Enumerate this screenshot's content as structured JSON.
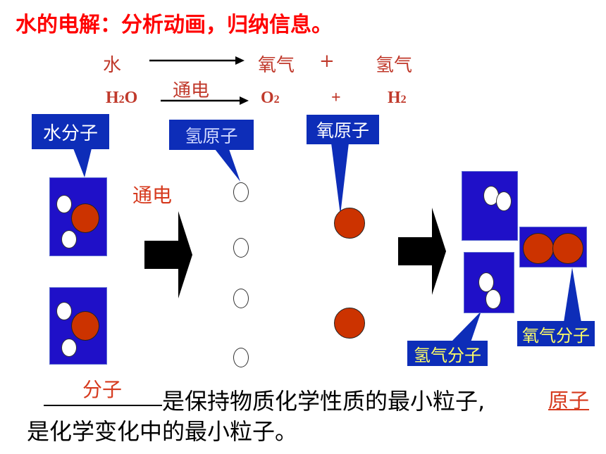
{
  "title": "水的电解：分析动画，归纳信息。",
  "equation": {
    "word_reactant": "水",
    "word_product1": "氧气",
    "plus": "+",
    "word_product2": "氢气",
    "condition": "通电",
    "formula_reactant_base": "H",
    "formula_reactant_sub": "2",
    "formula_reactant_tail": "O",
    "formula_product1_base": "O",
    "formula_product1_sub": "2",
    "formula_product2_base": "H",
    "formula_product2_sub": "2"
  },
  "callouts": {
    "water_molecule": "水分子",
    "hydrogen_atom": "氢原子",
    "oxygen_atom": "氧原子",
    "hydrogen_molecule": "氢气分子",
    "oxygen_molecule": "氧气分子"
  },
  "process_label": "通电",
  "conclusion": {
    "blank1_answer": "分子",
    "text1": "是保持物质化学性质的最小粒子,",
    "blank2_answer": "原子",
    "text2": "是化学变化中的最小粒子。"
  },
  "colors": {
    "title": "#ff0000",
    "callout_bg": "#0d2db8",
    "box_bg": "#1f10c8",
    "oxygen_atom": "#cc3300",
    "hydrogen_atom": "#ffffff"
  }
}
